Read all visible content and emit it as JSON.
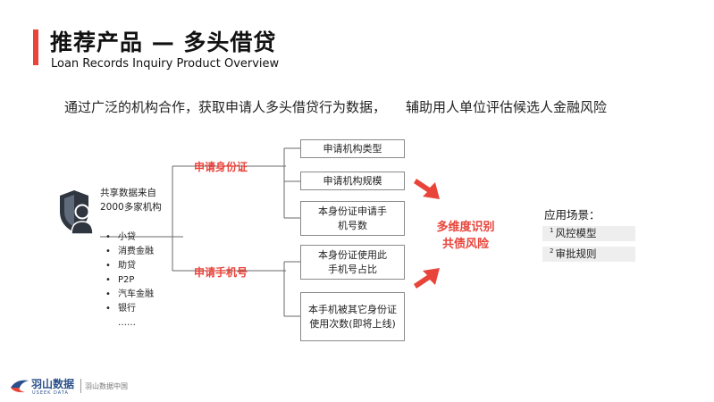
{
  "header": {
    "title": "推荐产品 — 多头借贷",
    "subtitle": "Loan Records Inquiry Product Overview"
  },
  "intro": {
    "part1": "通过广泛的机构合作，获取申请人多头借贷行为数据，",
    "part2": "辅助用人单位评估候选人金融风险"
  },
  "source": {
    "label_line1": "共享数据来自",
    "label_line2": "2000多家机构",
    "institutions": [
      "小贷",
      "消费金融",
      "助贷",
      "P2P",
      "汽车金融",
      "银行",
      "……"
    ]
  },
  "branches": {
    "id_card": {
      "label": "申请身份证",
      "items": [
        "申请机构类型",
        "申请机构规模",
        "本身份证申请手机号数"
      ]
    },
    "phone": {
      "label": "申请手机号",
      "items": [
        "本身份证使用此手机号占比",
        "本手机被其它身份证使用次数(即将上线)"
      ]
    }
  },
  "center": {
    "line1": "多维度识别",
    "line2": "共债风险"
  },
  "applications": {
    "title": "应用场景：",
    "items": [
      {
        "num": "1",
        "label": "风控模型"
      },
      {
        "num": "2",
        "label": "审批规则"
      }
    ]
  },
  "footer": {
    "brand": "羽山数据",
    "brand_en": "USEEK DATA",
    "slogan": "羽山数据中国"
  },
  "colors": {
    "accent": "#e8443a",
    "brand": "#2b4f8a",
    "icon": "#2f3640"
  }
}
